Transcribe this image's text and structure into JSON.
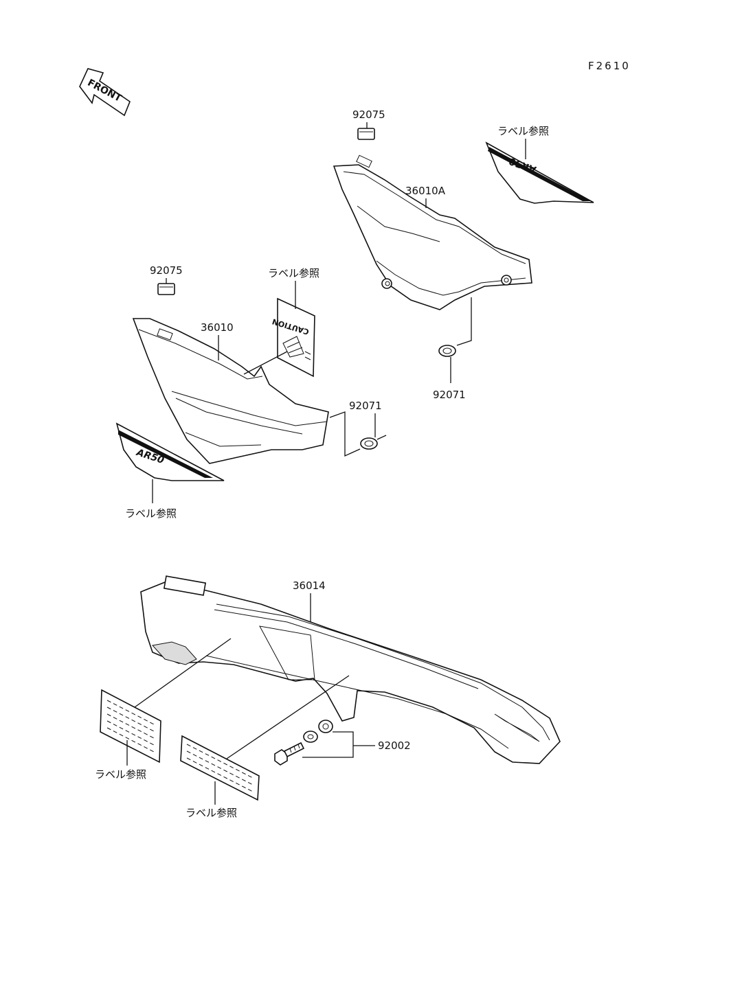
{
  "figure_code": "F2610",
  "front_label": "FRONT",
  "ref_text": "ラベル参照",
  "callouts": {
    "p92075_top": "92075",
    "p36010A": "36010A",
    "p92075_left": "92075",
    "p36010": "36010",
    "p92071_right": "92071",
    "p92071_left": "92071",
    "p36014": "36014",
    "p92002": "92002"
  },
  "decal_text": {
    "caution": "CAUTION",
    "model_left": "AR50",
    "model_right": "AR50"
  },
  "colors": {
    "line": "#111111",
    "background": "#ffffff",
    "shade": "#dcdcdc"
  }
}
